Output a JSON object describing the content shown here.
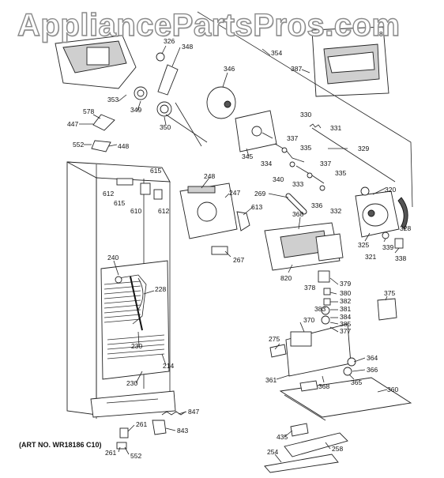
{
  "watermark": "AppliancePartsPros.com",
  "caption": "(ART NO. WR18186 C10)",
  "part_labels": {
    "p326": "326",
    "p348": "348",
    "p354": "354",
    "p387": "387",
    "p88": "88",
    "p346": "346",
    "p353": "353",
    "p349": "349",
    "p350": "350",
    "p578": "578",
    "p447": "447",
    "p552a": "552",
    "p448": "448",
    "p330": "330",
    "p331": "331",
    "p329": "329",
    "p345": "345",
    "p334": "334",
    "p337a": "337",
    "p335a": "335",
    "p340": "340",
    "p333": "333",
    "p337b": "337",
    "p335b": "335",
    "p336": "336",
    "p320": "320",
    "p269": "269",
    "p332": "332",
    "p328": "328",
    "p248": "248",
    "p247": "247",
    "p615a": "615",
    "p612a": "612",
    "p615b": "615",
    "p610": "610",
    "p612b": "612",
    "p613": "613",
    "p368": "368",
    "p325": "325",
    "p339": "339",
    "p321": "321",
    "p338": "338",
    "p267": "267",
    "p820": "820",
    "p240": "240",
    "p228": "228",
    "p379": "379",
    "p378": "378",
    "p380": "380",
    "p382": "382",
    "p381": "381",
    "p375": "375",
    "p383": "383",
    "p384": "384",
    "p385": "385",
    "p370": "370",
    "p377": "377",
    "p230a": "230",
    "p275": "275",
    "p214": "214",
    "p364": "364",
    "p366": "366",
    "p230b": "230",
    "p361": "361",
    "p368b": "368",
    "p365": "365",
    "p360": "360",
    "p847": "847",
    "p261a": "261",
    "p843": "843",
    "p261b": "261",
    "p552b": "552",
    "p435": "435",
    "p258": "258",
    "p254": "254"
  }
}
